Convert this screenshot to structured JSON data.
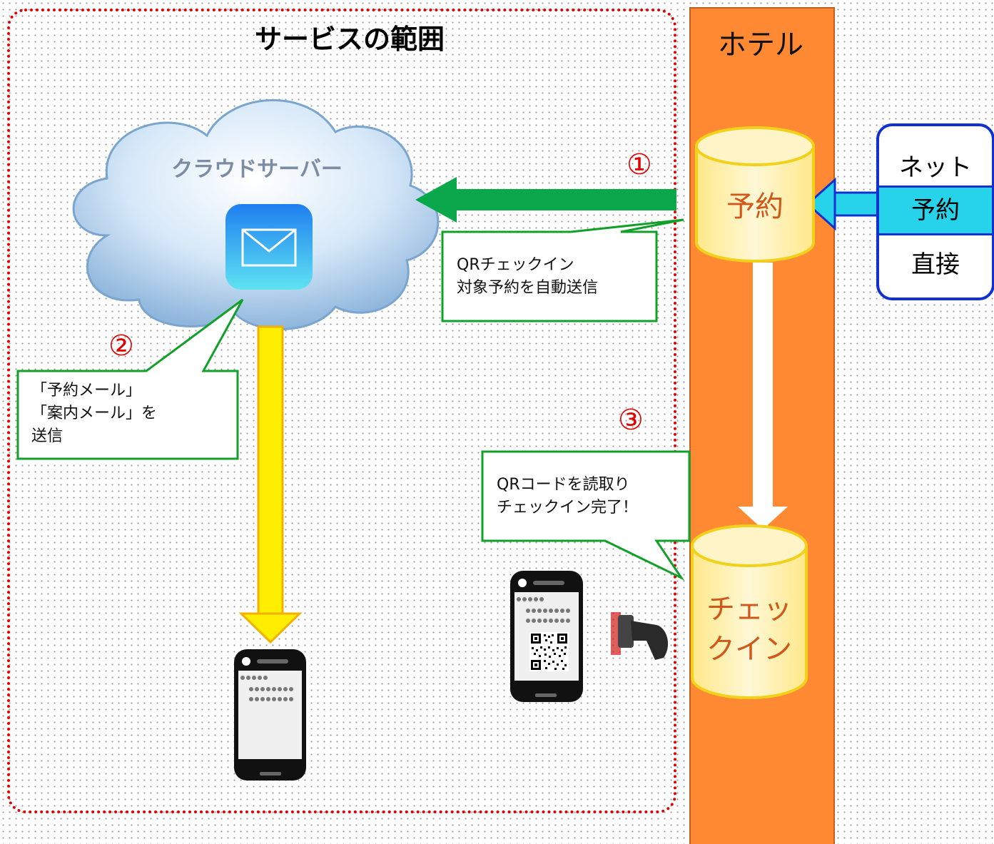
{
  "scope": {
    "title": "サービスの範囲"
  },
  "hotel": {
    "title": "ホテル"
  },
  "cloud": {
    "label": "クラウドサーバー"
  },
  "steps": {
    "one": "①",
    "two": "②",
    "three": "③"
  },
  "callouts": {
    "auto_send": {
      "line1": "QRチェックイン",
      "line2": "対象予約を自動送信"
    },
    "mail": {
      "line1": "「予約メール」",
      "line2": "「案内メール」を",
      "line3": "送信"
    },
    "qr_read": {
      "line1": "QRコードを読取り",
      "line2": "チェックイン完了！"
    }
  },
  "databases": {
    "reservation": "予約",
    "checkin_line1": "チェッ",
    "checkin_line2": "クイン"
  },
  "booking_source": {
    "top": "ネット",
    "middle": "予約",
    "bottom": "直接"
  },
  "colors": {
    "scope_border": "#e00000",
    "hotel_column": "#ff8a33",
    "green_arrow": "#0aa84a",
    "yellow_arrow": "#ffee00",
    "cyan_arrow": "#27d3ea",
    "callout_border": "#12a02a",
    "database_fill": "#fff1b0",
    "database_border": "#f2d11a",
    "source_border": "#1030d0"
  },
  "icons": {
    "mail": "mail-app-icon",
    "phone": "smartphone-icon",
    "qr": "qr-code-icon",
    "scanner": "barcode-scanner-icon"
  }
}
